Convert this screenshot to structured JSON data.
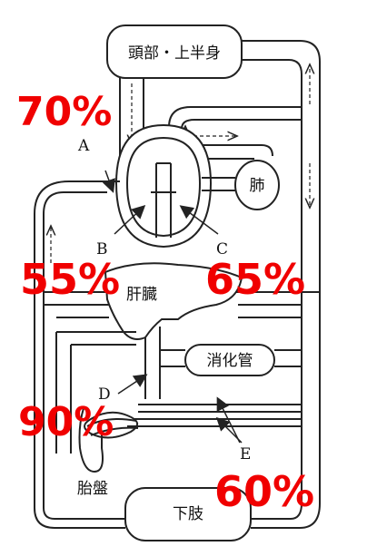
{
  "organs": {
    "head": "頭部・上半身",
    "lung": "肺",
    "liver": "肝臓",
    "digestive": "消化管",
    "placenta": "胎盤",
    "lower_limb": "下肢"
  },
  "letters": {
    "A": "A",
    "B": "B",
    "C": "C",
    "D": "D",
    "E": "E"
  },
  "percentages": {
    "p1": "70%",
    "p2": "55%",
    "p3": "65%",
    "p4": "90%",
    "p5": "60%"
  },
  "colors": {
    "percentage": "#f00000",
    "line": "#222222"
  }
}
